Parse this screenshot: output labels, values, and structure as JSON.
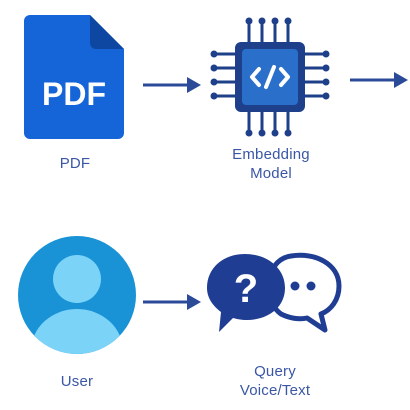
{
  "diagram": {
    "nodes": {
      "pdf": {
        "icon": "pdf-document-icon",
        "icon_text": "PDF",
        "label": "PDF"
      },
      "embedding": {
        "icon": "chip-code-icon",
        "label_line1": "Embedding",
        "label_line2": "Model"
      },
      "user": {
        "icon": "user-avatar-icon",
        "label": "User"
      },
      "query": {
        "icon": "chat-bubbles-icon",
        "glyph": "?",
        "label_line1": "Query",
        "label_line2": "Voice/Text"
      }
    },
    "colors": {
      "arrow": "#2b4a98",
      "label": "#3a57a6",
      "pdf_body": "#1565d8",
      "pdf_fold": "#0d47a1",
      "chip_dark": "#1e3f8a",
      "chip_mid": "#2a6fc9",
      "chat": "#1f3e93",
      "avatar_bg": "#1993d6",
      "avatar_fg": "#7cd3f8"
    }
  }
}
